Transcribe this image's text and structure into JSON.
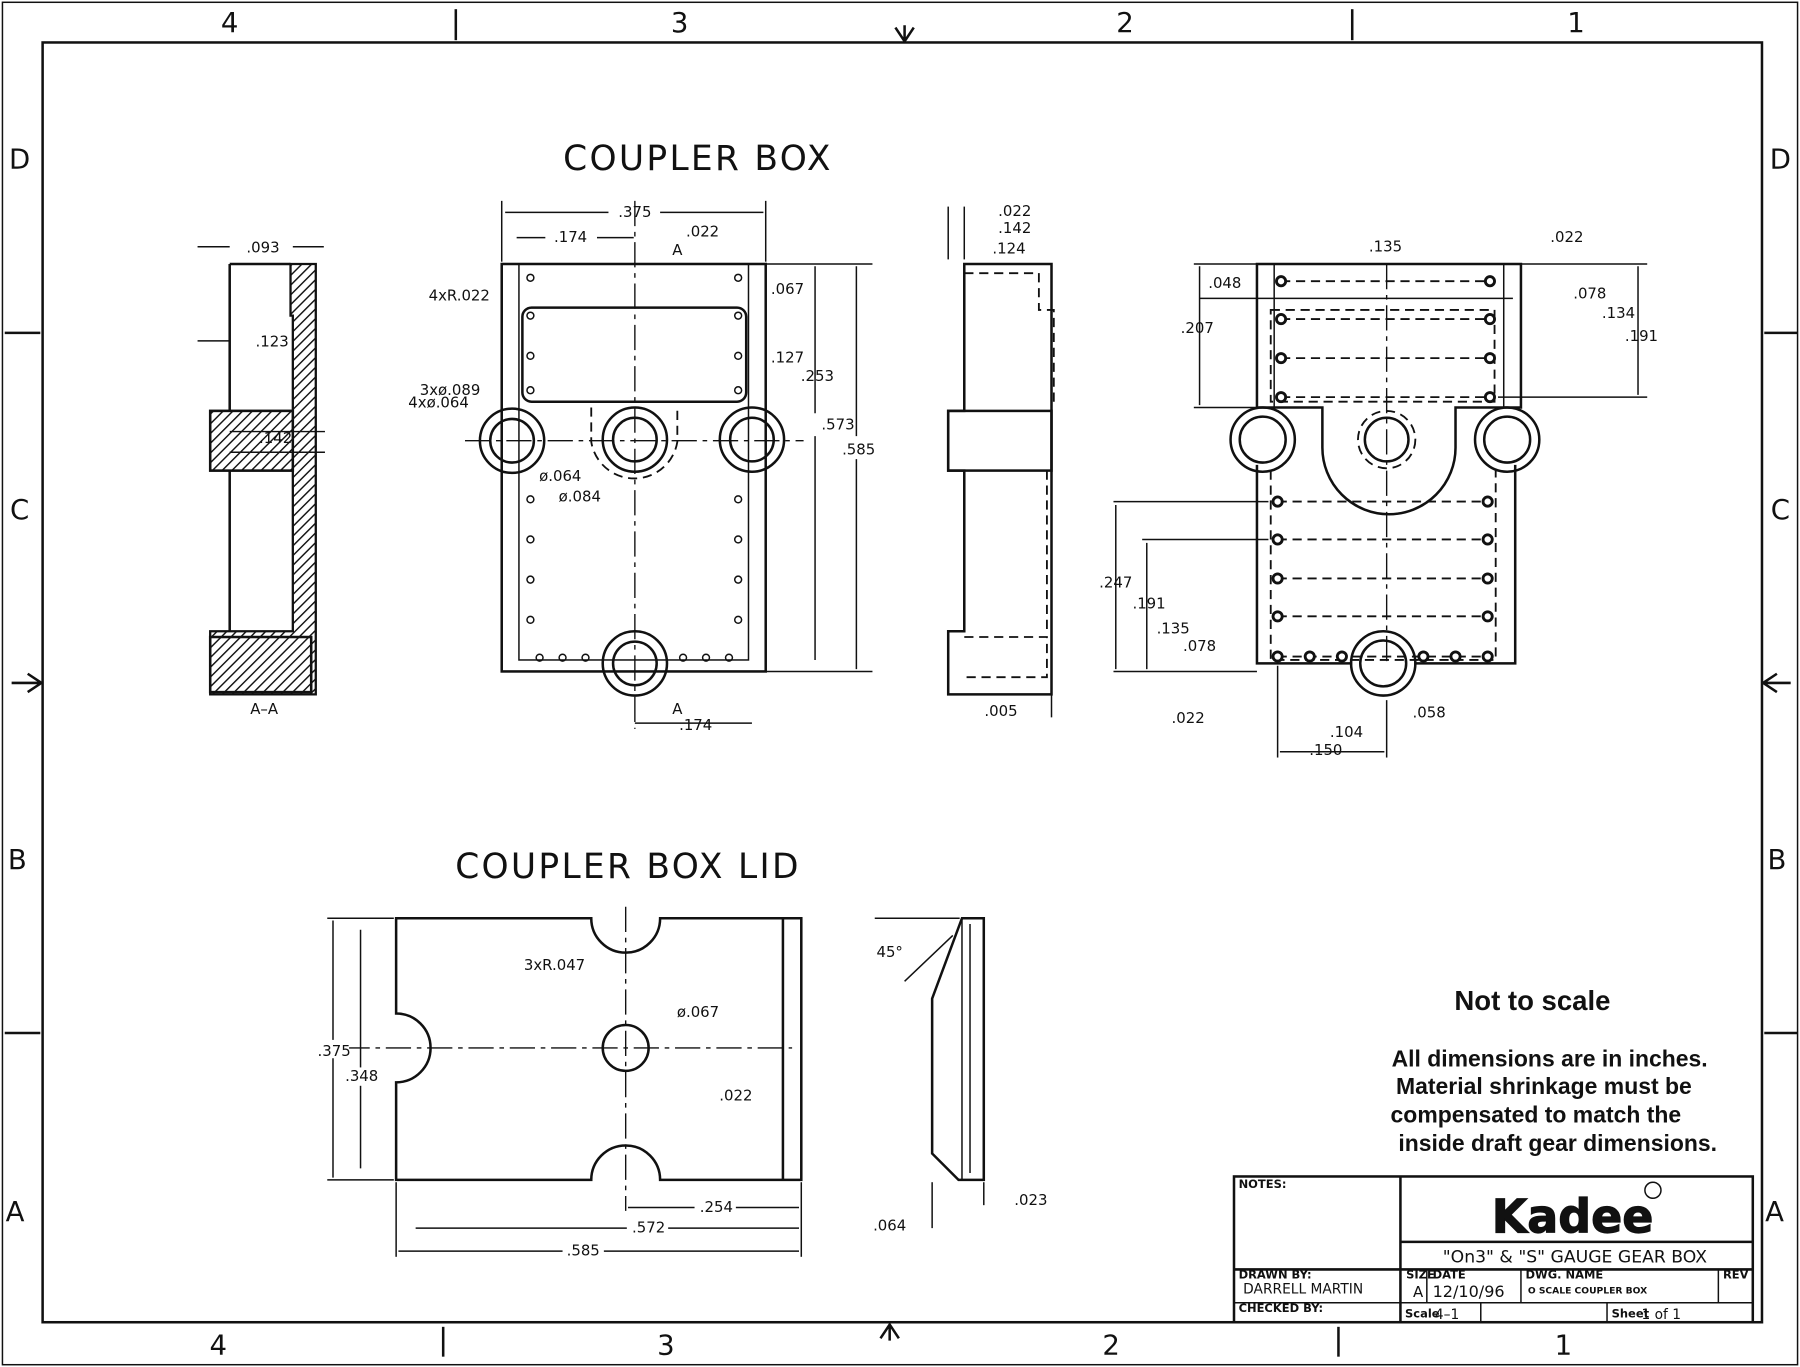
{
  "sheet": {
    "zones_top": [
      "4",
      "3",
      "2",
      "1"
    ],
    "zones_bottom": [
      "4",
      "3",
      "2",
      "1"
    ],
    "zones_left": [
      "D",
      "C",
      "B",
      "A"
    ],
    "zones_right": [
      "D",
      "C",
      "B",
      "A"
    ]
  },
  "views": {
    "coupler_box_title": "COUPLER BOX",
    "lid_title": "COUPLER BOX LID",
    "section_label": "A–A",
    "section_marker": "A"
  },
  "dimensions": {
    "section": [
      ".093",
      ".123",
      ".142"
    ],
    "front": [
      ".375",
      ".174",
      ".022",
      "4xR.022",
      ".067",
      ".127",
      ".253",
      "3xø.089",
      "4xø.064",
      ".573",
      ".585",
      "ø.064",
      "ø.084",
      ".174"
    ],
    "side": [
      ".022",
      ".142",
      ".124",
      ".005"
    ],
    "bottom": [
      ".135",
      ".022",
      ".048",
      ".078",
      ".134",
      ".207",
      ".191",
      ".247",
      ".191",
      ".135",
      ".078",
      ".022",
      ".058",
      ".104",
      ".150"
    ],
    "lid": [
      "3xR.047",
      "ø.067",
      ".375",
      ".348",
      ".022",
      ".254",
      ".572",
      ".585"
    ],
    "lid_side": [
      "45°",
      ".064",
      ".023"
    ]
  },
  "notes": {
    "scale_note": "Not to scale",
    "lines": [
      "All dimensions are in inches.",
      "Material shrinkage must be",
      "compensated to match the",
      "inside draft gear dimensions."
    ]
  },
  "title_block": {
    "notes_label": "NOTES:",
    "logo": "Kadee",
    "title": "\"On3\"  &  \"S\"  GAUGE GEAR BOX",
    "drawn_by_label": "DRAWN BY:",
    "drawn_by": "DARRELL  MARTIN",
    "checked_by_label": "CHECKED BY:",
    "size_label": "SIZE",
    "size": "A",
    "date_label": "DATE",
    "date": "12/10/96",
    "dwg_label": "DWG. NAME",
    "dwg_name": "O SCALE COUPLER BOX",
    "rev_label": "REV",
    "scale_label": "Scale",
    "scale": "4–1",
    "sheet_label": "Sheet",
    "sheet": "1  of  1"
  }
}
